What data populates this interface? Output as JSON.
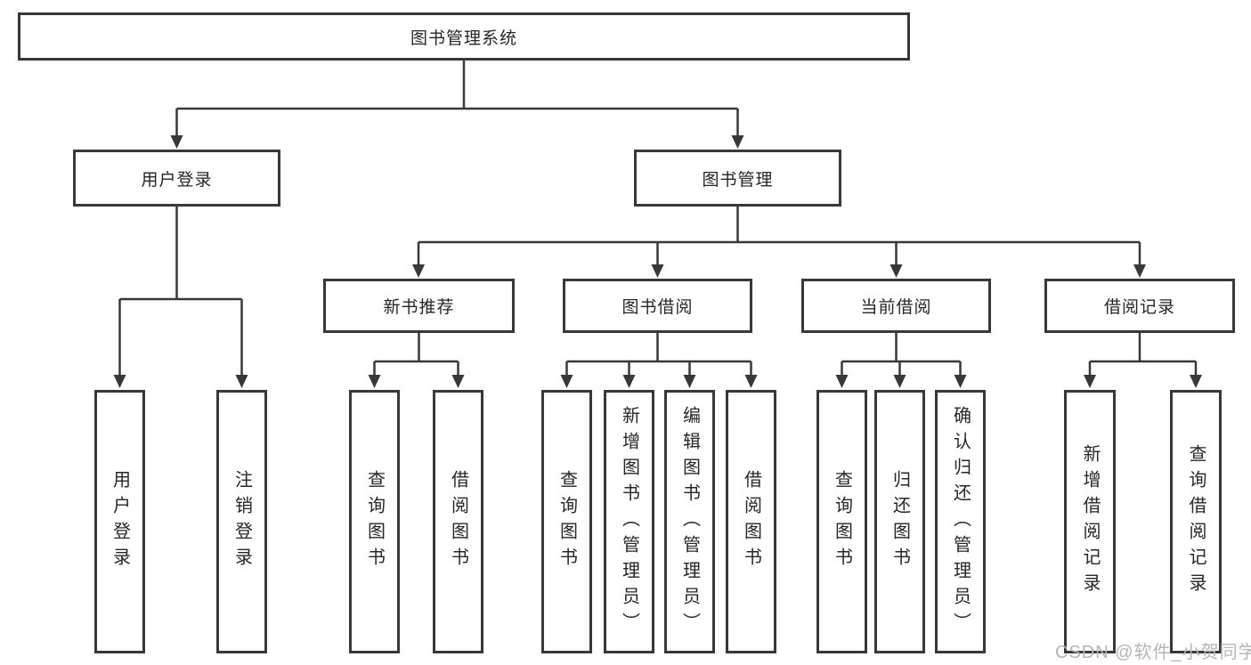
{
  "tree": {
    "root": {
      "label": "图书管理系统",
      "children": [
        {
          "label": "用户登录",
          "children": [
            {
              "label": "用户登录"
            },
            {
              "label": "注销登录"
            }
          ]
        },
        {
          "label": "图书管理",
          "children": [
            {
              "label": "新书推荐",
              "children": [
                {
                  "label": "查询图书"
                },
                {
                  "label": "借阅图书"
                }
              ]
            },
            {
              "label": "图书借阅",
              "children": [
                {
                  "label": "查询图书"
                },
                {
                  "label": "新增图书（管理员）"
                },
                {
                  "label": "编辑图书（管理员）"
                },
                {
                  "label": "借阅图书"
                }
              ]
            },
            {
              "label": "当前借阅",
              "children": [
                {
                  "label": "查询图书"
                },
                {
                  "label": "归还图书"
                },
                {
                  "label": "确认归还（管理员）"
                }
              ]
            },
            {
              "label": "借阅记录",
              "children": [
                {
                  "label": "新增借阅记录"
                },
                {
                  "label": "查询借阅记录"
                }
              ]
            }
          ]
        }
      ]
    }
  },
  "watermark": {
    "text": "CSDN @软件_小贺同学"
  },
  "colors": {
    "line": "#383838",
    "box_background": "#ffffff",
    "watermark": "#b5b5b5"
  }
}
